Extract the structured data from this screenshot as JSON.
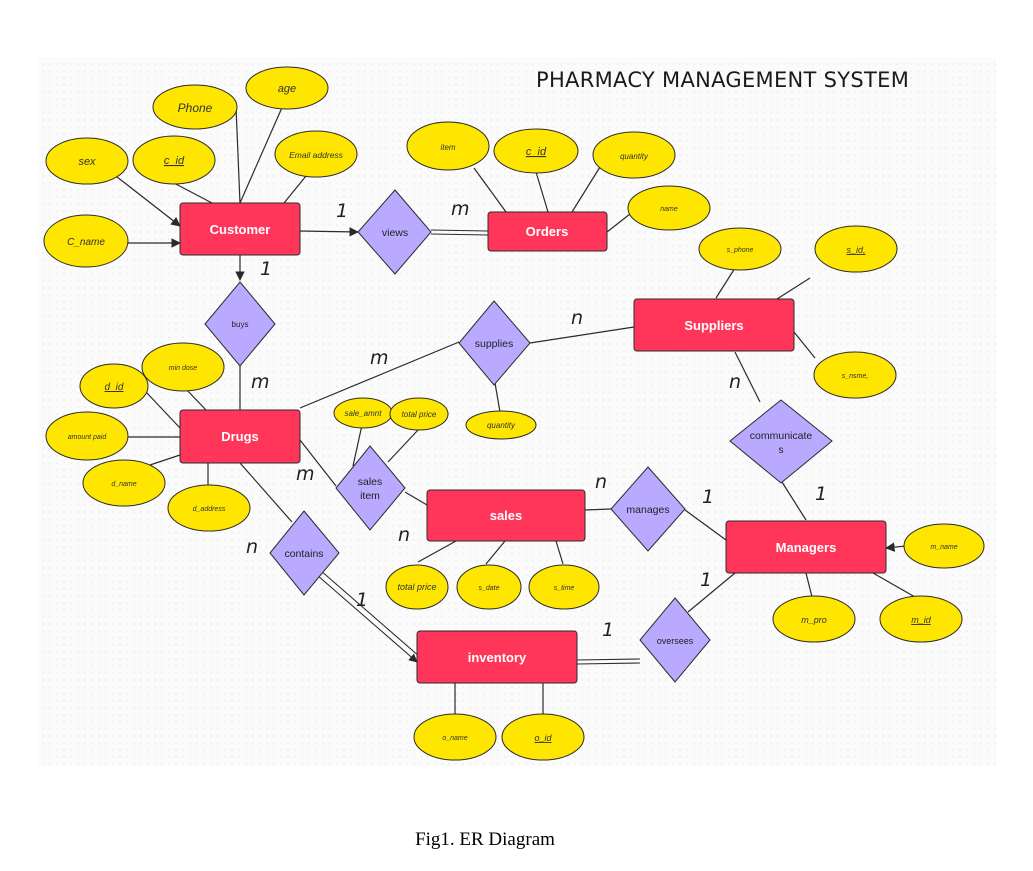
{
  "title": "PHARMACY MANAGEMENT SYSTEM",
  "caption": "Fig1. ER Diagram",
  "colors": {
    "entity": "#ff3659",
    "attribute": "#ffe600",
    "relationship": "#b9aaff"
  },
  "entities": {
    "customer": "Customer",
    "orders": "Orders",
    "suppliers": "Suppliers",
    "drugs": "Drugs",
    "sales": "sales",
    "managers": "Managers",
    "inventory": "inventory"
  },
  "relationships": {
    "views": "views",
    "buys": "buys",
    "supplies": "supplies",
    "communicates": [
      "communicate",
      "s"
    ],
    "sales_item": [
      "sales",
      "item"
    ],
    "manages": "manages",
    "contains": "contains",
    "oversees": "oversees"
  },
  "attributes": {
    "customer": {
      "age": "age",
      "phone": "Phone",
      "c_id": "c_id",
      "email": "Email address",
      "sex": "sex",
      "c_name": "C_name"
    },
    "orders": {
      "item": "item",
      "c_id": "c_id",
      "quantity": "quantity",
      "name": "name"
    },
    "suppliers": {
      "s_phone": "s_phone",
      "s_id": "s_id,",
      "s_name": "s_nsme,"
    },
    "supplies": {
      "quantity": "quantity"
    },
    "drugs": {
      "d_id": "d_id",
      "min_dose": "min dose",
      "amount_paid": "amount paid",
      "d_name": "d_name",
      "d_address": "d_address"
    },
    "sales_item": {
      "sale_amnt": "sale_amnt",
      "total_price": "total price"
    },
    "sales": {
      "total_price": "total price",
      "s_date": "s_date",
      "s_time": "s_time"
    },
    "managers": {
      "m_name": "m_name",
      "m_pro": "m_pro",
      "m_id": "m_id"
    },
    "inventory": {
      "o_name": "o_name",
      "o_id": "o_id"
    }
  },
  "cardinalities": {
    "customer_views": "1",
    "views_orders": "m",
    "customer_buys": "1",
    "buys_drugs": "m",
    "drugs_supplies": "m",
    "supplies_suppliers": "n",
    "suppliers_communicates": "n",
    "communicates_managers": "1",
    "drugs_sales_item": "m",
    "sales_item_sales": "n",
    "sales_manages": "n",
    "manages_managers": "1",
    "drugs_contains": "n",
    "contains_inventory": "1",
    "inventory_oversees": "1",
    "oversees_managers": "1"
  }
}
